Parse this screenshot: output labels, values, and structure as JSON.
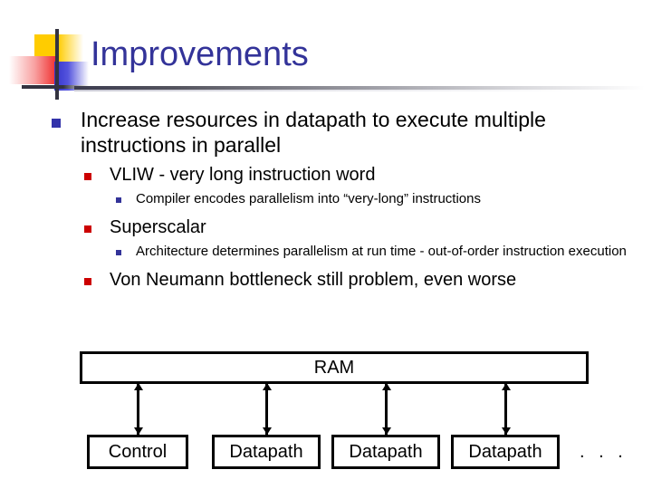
{
  "slide": {
    "title": "Improvements",
    "title_color": "#333399",
    "background": "#ffffff"
  },
  "logo": {
    "yellow": "#FFCC00",
    "red": "#F03030",
    "blue": "#3333CC",
    "cross_line": "#333340"
  },
  "bullets": {
    "level1_marker_color": "#3333AA",
    "level2_marker_color": "#CC0000",
    "level3_marker_color": "#333399",
    "items": [
      {
        "level": 1,
        "text": "Increase resources in datapath to execute multiple instructions in parallel"
      },
      {
        "level": 2,
        "text": "VLIW - very long instruction word"
      },
      {
        "level": 3,
        "text": "Compiler encodes parallelism into “very-long” instructions"
      },
      {
        "level": 2,
        "text": "Superscalar"
      },
      {
        "level": 3,
        "text": "Architecture determines parallelism at run time - out-of-order instruction execution"
      },
      {
        "level": 2,
        "text": "Von Neumann bottleneck still problem, even worse"
      }
    ]
  },
  "diagram": {
    "ram_label": "RAM",
    "control_label": "Control",
    "datapath_1_label": "Datapath",
    "datapath_2_label": "Datapath",
    "datapath_3_label": "Datapath",
    "ellipsis": ". . .",
    "line_color": "#000000",
    "arrow_count": 4
  }
}
